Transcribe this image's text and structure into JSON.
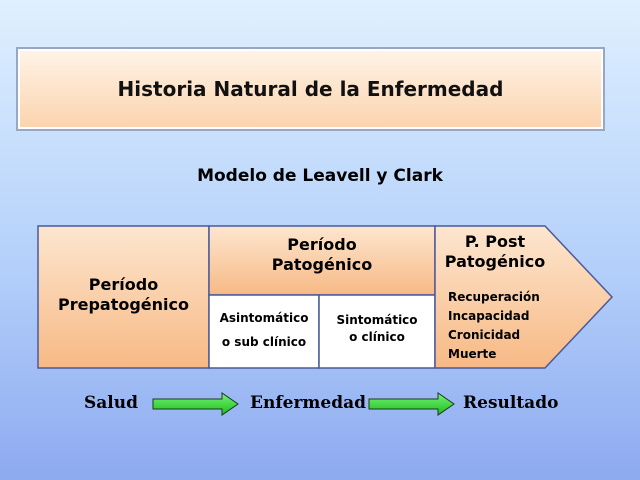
{
  "title": "Historia Natural de la Enfermedad",
  "subtitle": "Modelo de Leavell y Clark",
  "periods": {
    "prepatogenico": "Período\nPrepatogénico",
    "patogenico": "Período\nPatogénico",
    "asintomatico": "Asintomático\no sub clínico",
    "sintomatico": "Sintomático\no clínico",
    "post": "P. Post\nPatogénico",
    "outcomes": [
      "Recuperación",
      "Incapacidad",
      "Cronicidad",
      "Muerte"
    ]
  },
  "flow": {
    "start": "Salud",
    "middle": "Enfermedad",
    "end": "Resultado"
  },
  "colors": {
    "cell_top": "#fde6cf",
    "cell_bottom": "#f7b985",
    "arrow_green": "#2fdc2f",
    "outline": "#4a5a9a"
  }
}
